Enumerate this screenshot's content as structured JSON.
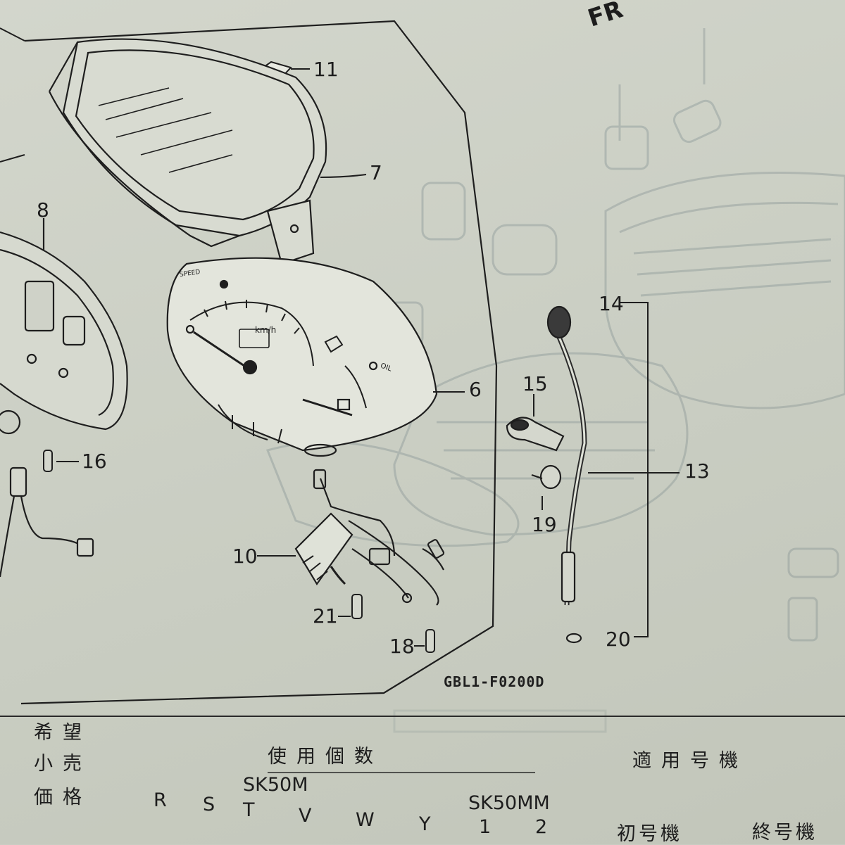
{
  "diagram": {
    "corner_text": "FR",
    "figure_code": "GBL1-F0200D",
    "callouts": {
      "n11": "11",
      "n7": "7",
      "n8": "8",
      "n6": "6",
      "n16": "16",
      "n10": "10",
      "n21": "21",
      "n18": "18",
      "n14": "14",
      "n15": "15",
      "n13": "13",
      "n19": "19",
      "n20": "20"
    },
    "gauge_text": {
      "speed": "SPEED",
      "unit": "km/h",
      "oil": "OIL"
    }
  },
  "table_header": {
    "row_labels": [
      "希望",
      "小売",
      "価格"
    ],
    "usage_title": "使用個数",
    "applicable_title": "適用号機",
    "model_a": "SK50M",
    "model_b": "SK50MM",
    "columns": [
      "R",
      "S",
      "T",
      "V",
      "W",
      "Y",
      "1",
      "2"
    ],
    "first_unit": "初号機",
    "last_unit": "終号機"
  }
}
